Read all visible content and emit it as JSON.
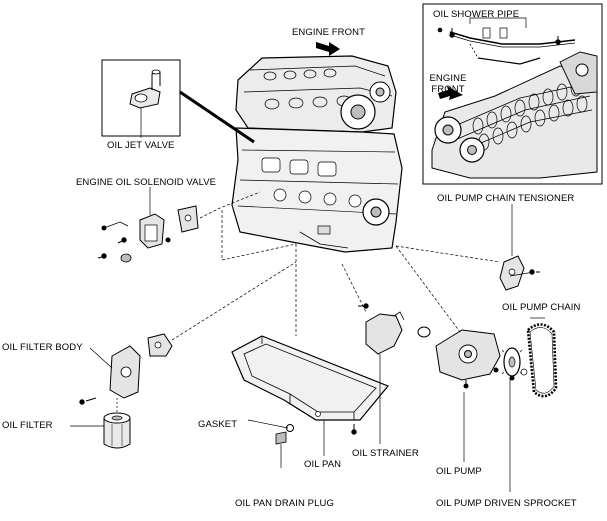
{
  "labels": {
    "engine_front": "ENGINE FRONT",
    "oil_shower_pipe": "OIL SHOWER PIPE",
    "engine_front_inset_line1": "ENGINE",
    "engine_front_inset_line2": "FRONT",
    "oil_jet_valve": "OIL JET VALVE",
    "engine_oil_solenoid_valve": "ENGINE OIL SOLENOID VALVE",
    "oil_pump_chain_tensioner": "OIL PUMP CHAIN TENSIONER",
    "oil_pump_chain": "OIL PUMP CHAIN",
    "oil_filter_body": "OIL FILTER BODY",
    "oil_filter": "OIL FILTER",
    "gasket": "GASKET",
    "oil_strainer": "OIL STRAINER",
    "oil_pan": "OIL PAN",
    "oil_pump": "OIL PUMP",
    "oil_pan_drain_plug": "OIL PAN DRAIN PLUG",
    "oil_pump_driven_sprocket": "OIL PUMP DRIVEN SPROCKET"
  },
  "colors": {
    "line": "#000000",
    "background": "#ffffff",
    "fill_part": "#e9e9e9",
    "fill_dark": "#bdbdbd"
  },
  "icons": [
    "direction-arrow-icon",
    "bolt-icon"
  ]
}
